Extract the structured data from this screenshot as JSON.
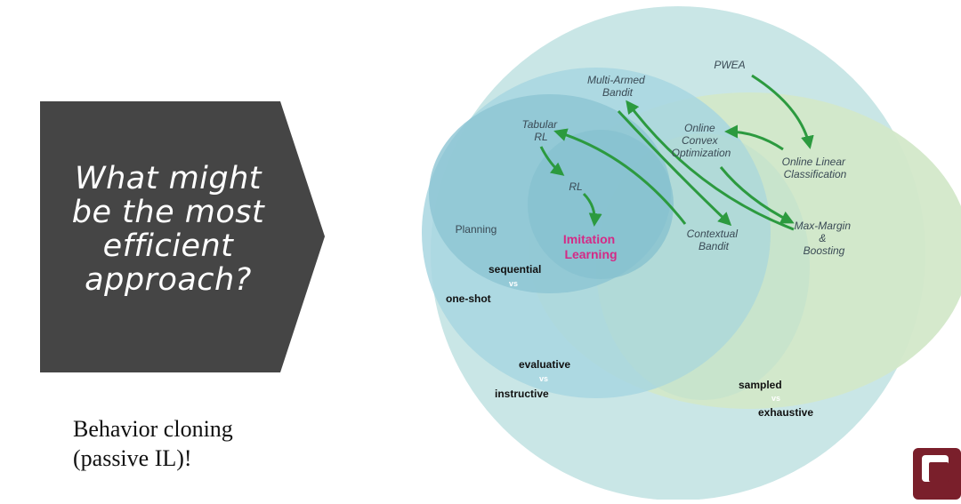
{
  "question": {
    "lines": [
      "What might",
      "be the most",
      "efficient",
      "approach?"
    ]
  },
  "answer": {
    "lines": [
      "Behavior cloning",
      "(passive IL)!"
    ]
  },
  "diagram": {
    "nodes": {
      "multi_armed_bandit": [
        "Multi-Armed",
        "Bandit"
      ],
      "pwea": "PWEA",
      "tabular_rl": [
        "Tabular",
        "RL"
      ],
      "online_convex_optimization": [
        "Online",
        "Convex",
        "Optimization"
      ],
      "online_linear_classification": [
        "Online Linear",
        "Classification"
      ],
      "rl": "RL",
      "planning": "Planning",
      "imitation_learning": [
        "Imitation",
        "Learning"
      ],
      "contextual_bandit": [
        "Contextual",
        "Bandit"
      ],
      "max_margin_boosting": [
        "Max-Margin",
        "&",
        "Boosting"
      ]
    },
    "axes": {
      "sequential": "sequential",
      "vs": "vs",
      "one_shot": "one-shot",
      "evaluative": "evaluative",
      "instructive": "instructive",
      "sampled": "sampled",
      "exhaustive": "exhaustive"
    },
    "colors": {
      "outer": "#c9e6e6",
      "inner_blue": "#9ccfdc",
      "inner_green": "#cfe5c4",
      "arrow": "#2c9a3f",
      "highlight": "#d42a86"
    }
  },
  "chevron_color": "#454545",
  "logo_color": "#7a1f2b"
}
